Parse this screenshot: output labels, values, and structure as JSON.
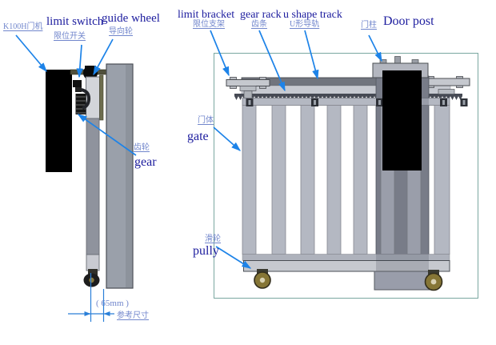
{
  "diagram": {
    "side_view": {
      "motor_label": "K100H门机",
      "limit_switch_en": "limit switch",
      "limit_switch_zh": "限位开关",
      "guide_wheel_en": "guide wheel",
      "guide_wheel_zh": "导向轮",
      "gear_zh": "齿轮",
      "gear_en": "gear",
      "dimension_value": "( 65mm )",
      "dimension_note": "参考尺寸"
    },
    "front_view": {
      "limit_bracket_en": "limit bracket",
      "limit_bracket_zh": "限位支架",
      "gear_rack_en": "gear rack",
      "gear_rack_zh": "齿条",
      "u_shape_track_en": "u shape track",
      "u_shape_track_zh": "U形导轨",
      "door_post_zh": "门柱",
      "door_post_en": "Door post",
      "gate_zh": "门体",
      "gate_en": "gate",
      "pulley_zh": "滑轮",
      "pulley_en": "pully"
    },
    "colors": {
      "english_label": "#1c1c9e",
      "chinese_label": "#7186cc",
      "leader_line": "#1d83e8",
      "frame_border": "#7aa7a0"
    }
  }
}
